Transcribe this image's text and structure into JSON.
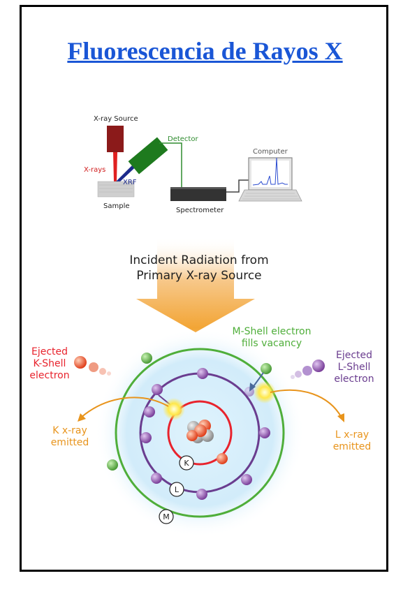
{
  "title": "Fluorescencia de Rayos X",
  "setup": {
    "xray_source": "X-ray Source",
    "xrays": "X-rays",
    "detector": "Detector",
    "xrf": "XRF",
    "sample": "Sample",
    "spectrometer": "Spectrometer",
    "computer": "Computer"
  },
  "incident": {
    "line1": "Incident Radiation from",
    "line2": "Primary X-ray Source"
  },
  "labels": {
    "ejected_k_1": "Ejected",
    "ejected_k_2": "K-Shell",
    "ejected_k_3": "electron",
    "m_shell_1": "M-Shell electron",
    "m_shell_2": "fills vacancy",
    "ejected_l_1": "Ejected",
    "ejected_l_2": "L-Shell",
    "ejected_l_3": "electron",
    "k_xray_1": "K x-ray",
    "k_xray_2": "emitted",
    "l_xray_1": "L x-ray",
    "l_xray_2": "emitted"
  },
  "shells": {
    "k": "K",
    "l": "L",
    "m": "M"
  },
  "colors": {
    "title": "#1a56d6",
    "k_shell": "#e8232d",
    "l_shell": "#6a3d8f",
    "m_shell": "#4fae3a",
    "emitted": "#e8941c",
    "detector_line": "#2e8b2e"
  }
}
